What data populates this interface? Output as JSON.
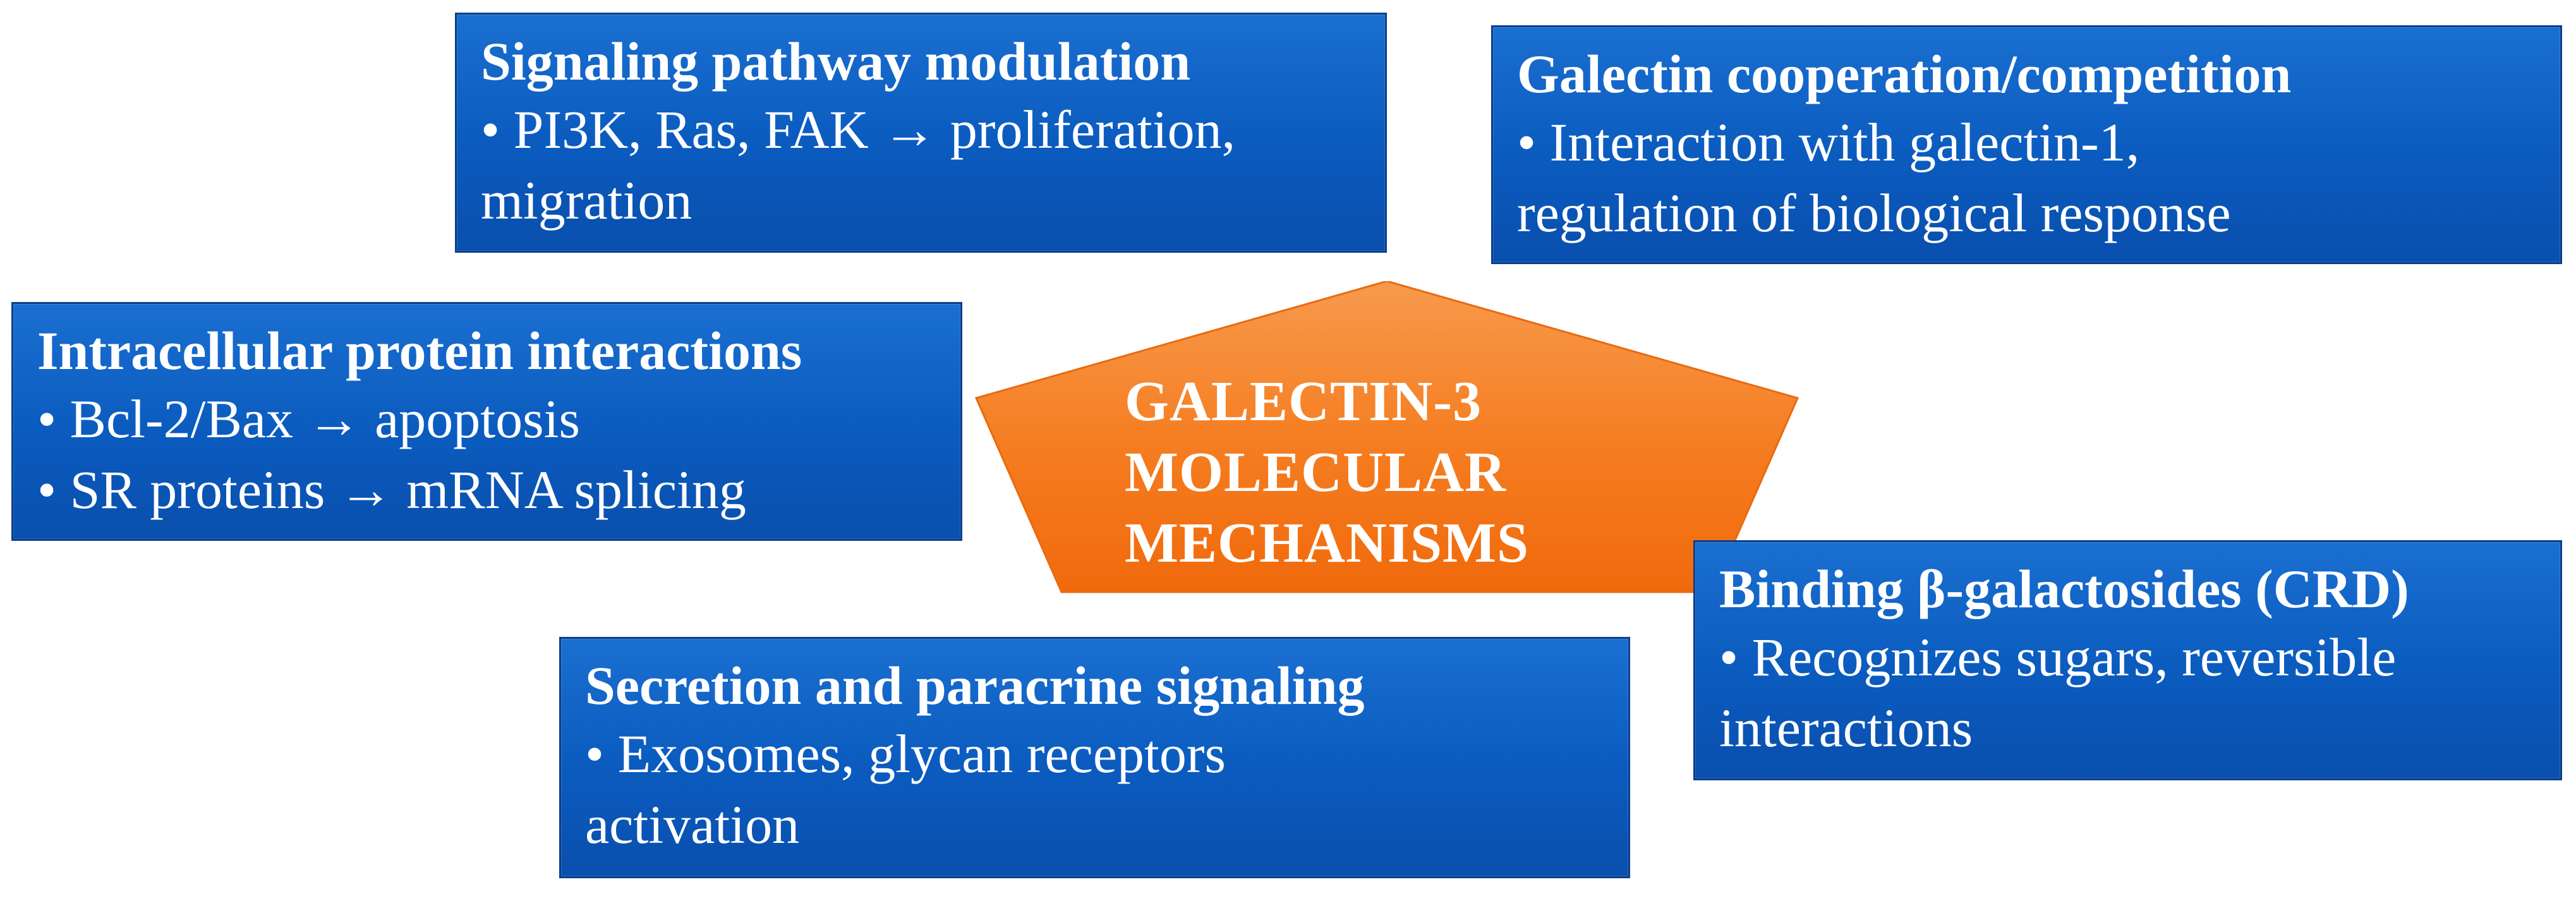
{
  "center": {
    "lines": [
      "GALECTIN-3",
      "MOLECULAR",
      "MECHANISMS"
    ],
    "color": "#f57c1f"
  },
  "boxes": {
    "signaling": {
      "title": "Signaling pathway modulation",
      "lines": [
        "• PI3K, Ras, FAK → proliferation,",
        "migration"
      ]
    },
    "galectin": {
      "title": "Galectin cooperation/competition",
      "lines": [
        "• Interaction with galectin-1,",
        "regulation of biological response"
      ]
    },
    "intracellular": {
      "title": "Intracellular protein interactions",
      "lines": [
        "• Bcl-2/Bax → apoptosis",
        "• SR proteins → mRNA splicing"
      ]
    },
    "binding": {
      "title": "Binding β-galactosides (CRD)",
      "lines": [
        "• Recognizes sugars, reversible",
        "interactions"
      ]
    },
    "secretion": {
      "title": "Secretion and paracrine signaling",
      "lines": [
        "• Exosomes, glycan receptors",
        "activation"
      ]
    }
  },
  "colors": {
    "box_blue": "#0b5bbf",
    "box_border": "#0a3f8a",
    "center_orange": "#f57c1f",
    "text": "#ffffff"
  }
}
